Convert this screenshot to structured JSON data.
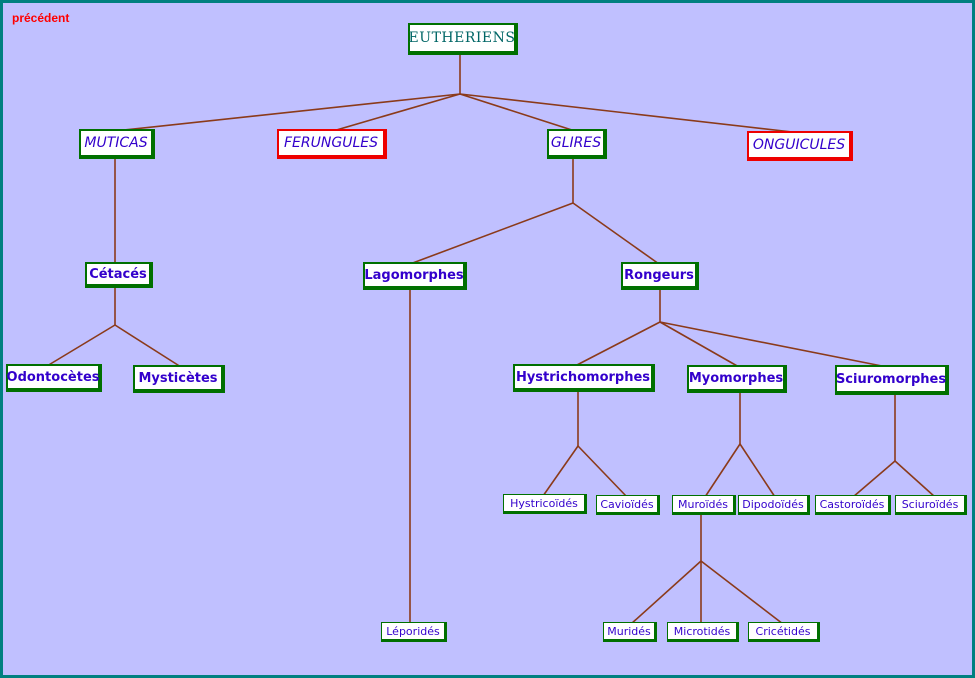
{
  "nav": {
    "previous_label": "précédent"
  },
  "colors": {
    "background": "#c0c0ff",
    "frame_border": "#008080",
    "link_line": "#8b3a1a",
    "box_green": "#007000",
    "box_red": "#ee0000",
    "text_blue": "#3300cc",
    "title_teal": "#006666",
    "nav_red": "#ff0000"
  },
  "tree": {
    "root": {
      "label": "EUTHERIENS"
    },
    "groups": [
      {
        "label": "MUTICAS"
      },
      {
        "label": "FERUNGULES"
      },
      {
        "label": "GLIRES"
      },
      {
        "label": "ONGUICULES"
      }
    ],
    "orders": [
      {
        "label": "Cétacés"
      },
      {
        "label": "Lagomorphes"
      },
      {
        "label": "Rongeurs"
      }
    ],
    "suborders": [
      {
        "label": "Odontocètes"
      },
      {
        "label": "Mysticètes"
      },
      {
        "label": "Hystrichomorphes"
      },
      {
        "label": "Myomorphes"
      },
      {
        "label": "Sciuromorphes"
      }
    ],
    "families": [
      {
        "label": "Hystricoïdés"
      },
      {
        "label": "Cavioïdés"
      },
      {
        "label": "Muroïdés"
      },
      {
        "label": "Dipodoïdés"
      },
      {
        "label": "Castoroïdés"
      },
      {
        "label": "Sciuroïdés"
      },
      {
        "label": "Léporidés"
      },
      {
        "label": "Muridés"
      },
      {
        "label": "Microtidés"
      },
      {
        "label": "Cricétidés"
      }
    ]
  }
}
